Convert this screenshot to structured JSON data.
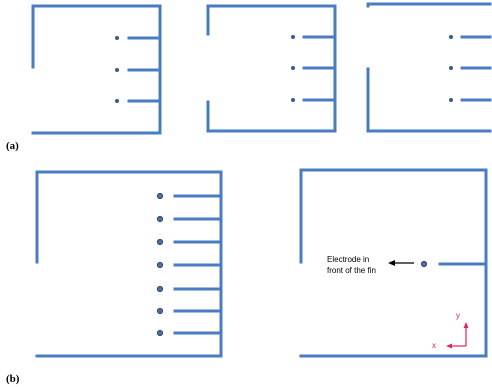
{
  "panel_labels": {
    "a": "(a)",
    "b": "(b)"
  },
  "annotation": {
    "line1": "Electrode in",
    "line2": "front of the fin"
  },
  "axes": {
    "x_label": "x",
    "y_label": "y"
  },
  "colors": {
    "wall": "#4a7cc0",
    "electrode": "#3c5a8a",
    "axis": "#e0245e"
  }
}
